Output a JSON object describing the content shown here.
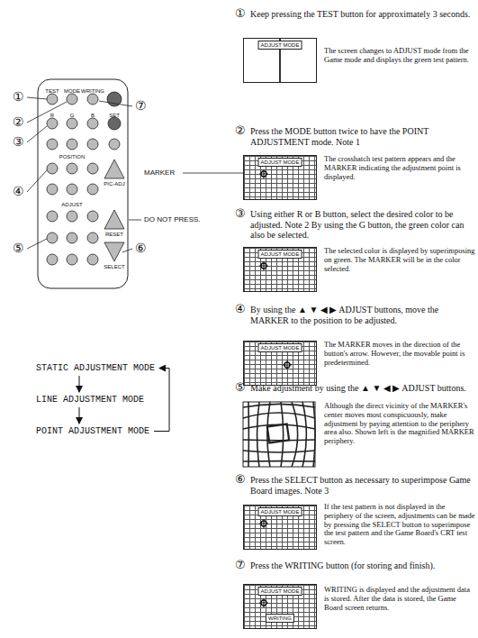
{
  "diagram": {
    "nodes": [
      {
        "text": [
          "ADJUST MODE"
        ]
      },
      {
        "text": [
          "ADJUST MODE"
        ]
      },
      {
        "text": [
          "ADJUST MODE"
        ]
      },
      {
        "text": [
          "ADJUST MODE"
        ]
      },
      {
        "text": [
          "ADJUST MODE"
        ]
      },
      {
        "text": [
          "ADJUST MODE",
          "WRITING"
        ]
      },
      {
        "text": [
          "STATIC ADJUSTMENT MODE"
        ]
      },
      {
        "text": [
          "LINE ADJUSTMENT MODE"
        ]
      },
      {
        "text": [
          "POINT ADJUSTMENT MODE"
        ]
      }
    ],
    "edges": [
      {
        "from": 6,
        "to": 7,
        "arrow": "to"
      },
      {
        "from": 7,
        "to": 8,
        "arrow": "to"
      },
      {
        "from": 8,
        "to": 6,
        "arrow": "to"
      }
    ],
    "labels": [
      "①",
      "②",
      "③",
      "④",
      "⑤",
      "⑥",
      "⑦",
      "TEST",
      "MODE",
      "WRITING",
      "R",
      "G",
      "B",
      "SET",
      "POSITION",
      "PIC-ADJ",
      "ADJUST",
      "RESET",
      "SELECT",
      "MARKER",
      "DO NOT PRESS.",
      "①",
      "Keep pressing the TEST button for approximately 3 seconds.",
      "The screen changes to ADJUST mode from the Game mode and displays the green test pattern.",
      "②",
      "Press the MODE button twice to have the POINT ADJUSTMENT mode. Note 1",
      "The crosshatch test pattern appears and the MARKER indicating the adjustment point is displayed.",
      "③",
      "Using either R or B button, select the desired color to be adjusted. Note 2 By using the G button, the green color can also be selected.",
      "The selected color is displayed by superimposing on green. The MARKER will be in the color selected.",
      "④",
      "By using the ▲ ▼ ◀ ▶ ADJUST buttons, move the MARKER to the position to be adjusted.",
      "The MARKER moves in the direction of the button's arrow. However, the movable point is predetermined.",
      "⑤",
      "Make adjustment by using the ▲ ▼ ◀ ▶ ADJUST buttons.",
      "Although the direct vicinity of the MARKER's center moves most conspicuously, make adjustment by paying attention to the periphery area also. Shown left is the magnified MARKER periphery.",
      "⑥",
      "Press the SELECT button as necessary to superimpose Game Board images. Note 3",
      "If the test pattern is not displayed in the periphery of the screen, adjustments can be made by pressing the SELECT button to superimpose the test pattern and the Game Board's CRT test screen.",
      "⑦",
      "Press the WRITING button (for storing and finish).",
      "WRITING is displayed and the adjustment data is stored. After the data is stored, the Game Board screen returns."
    ]
  }
}
